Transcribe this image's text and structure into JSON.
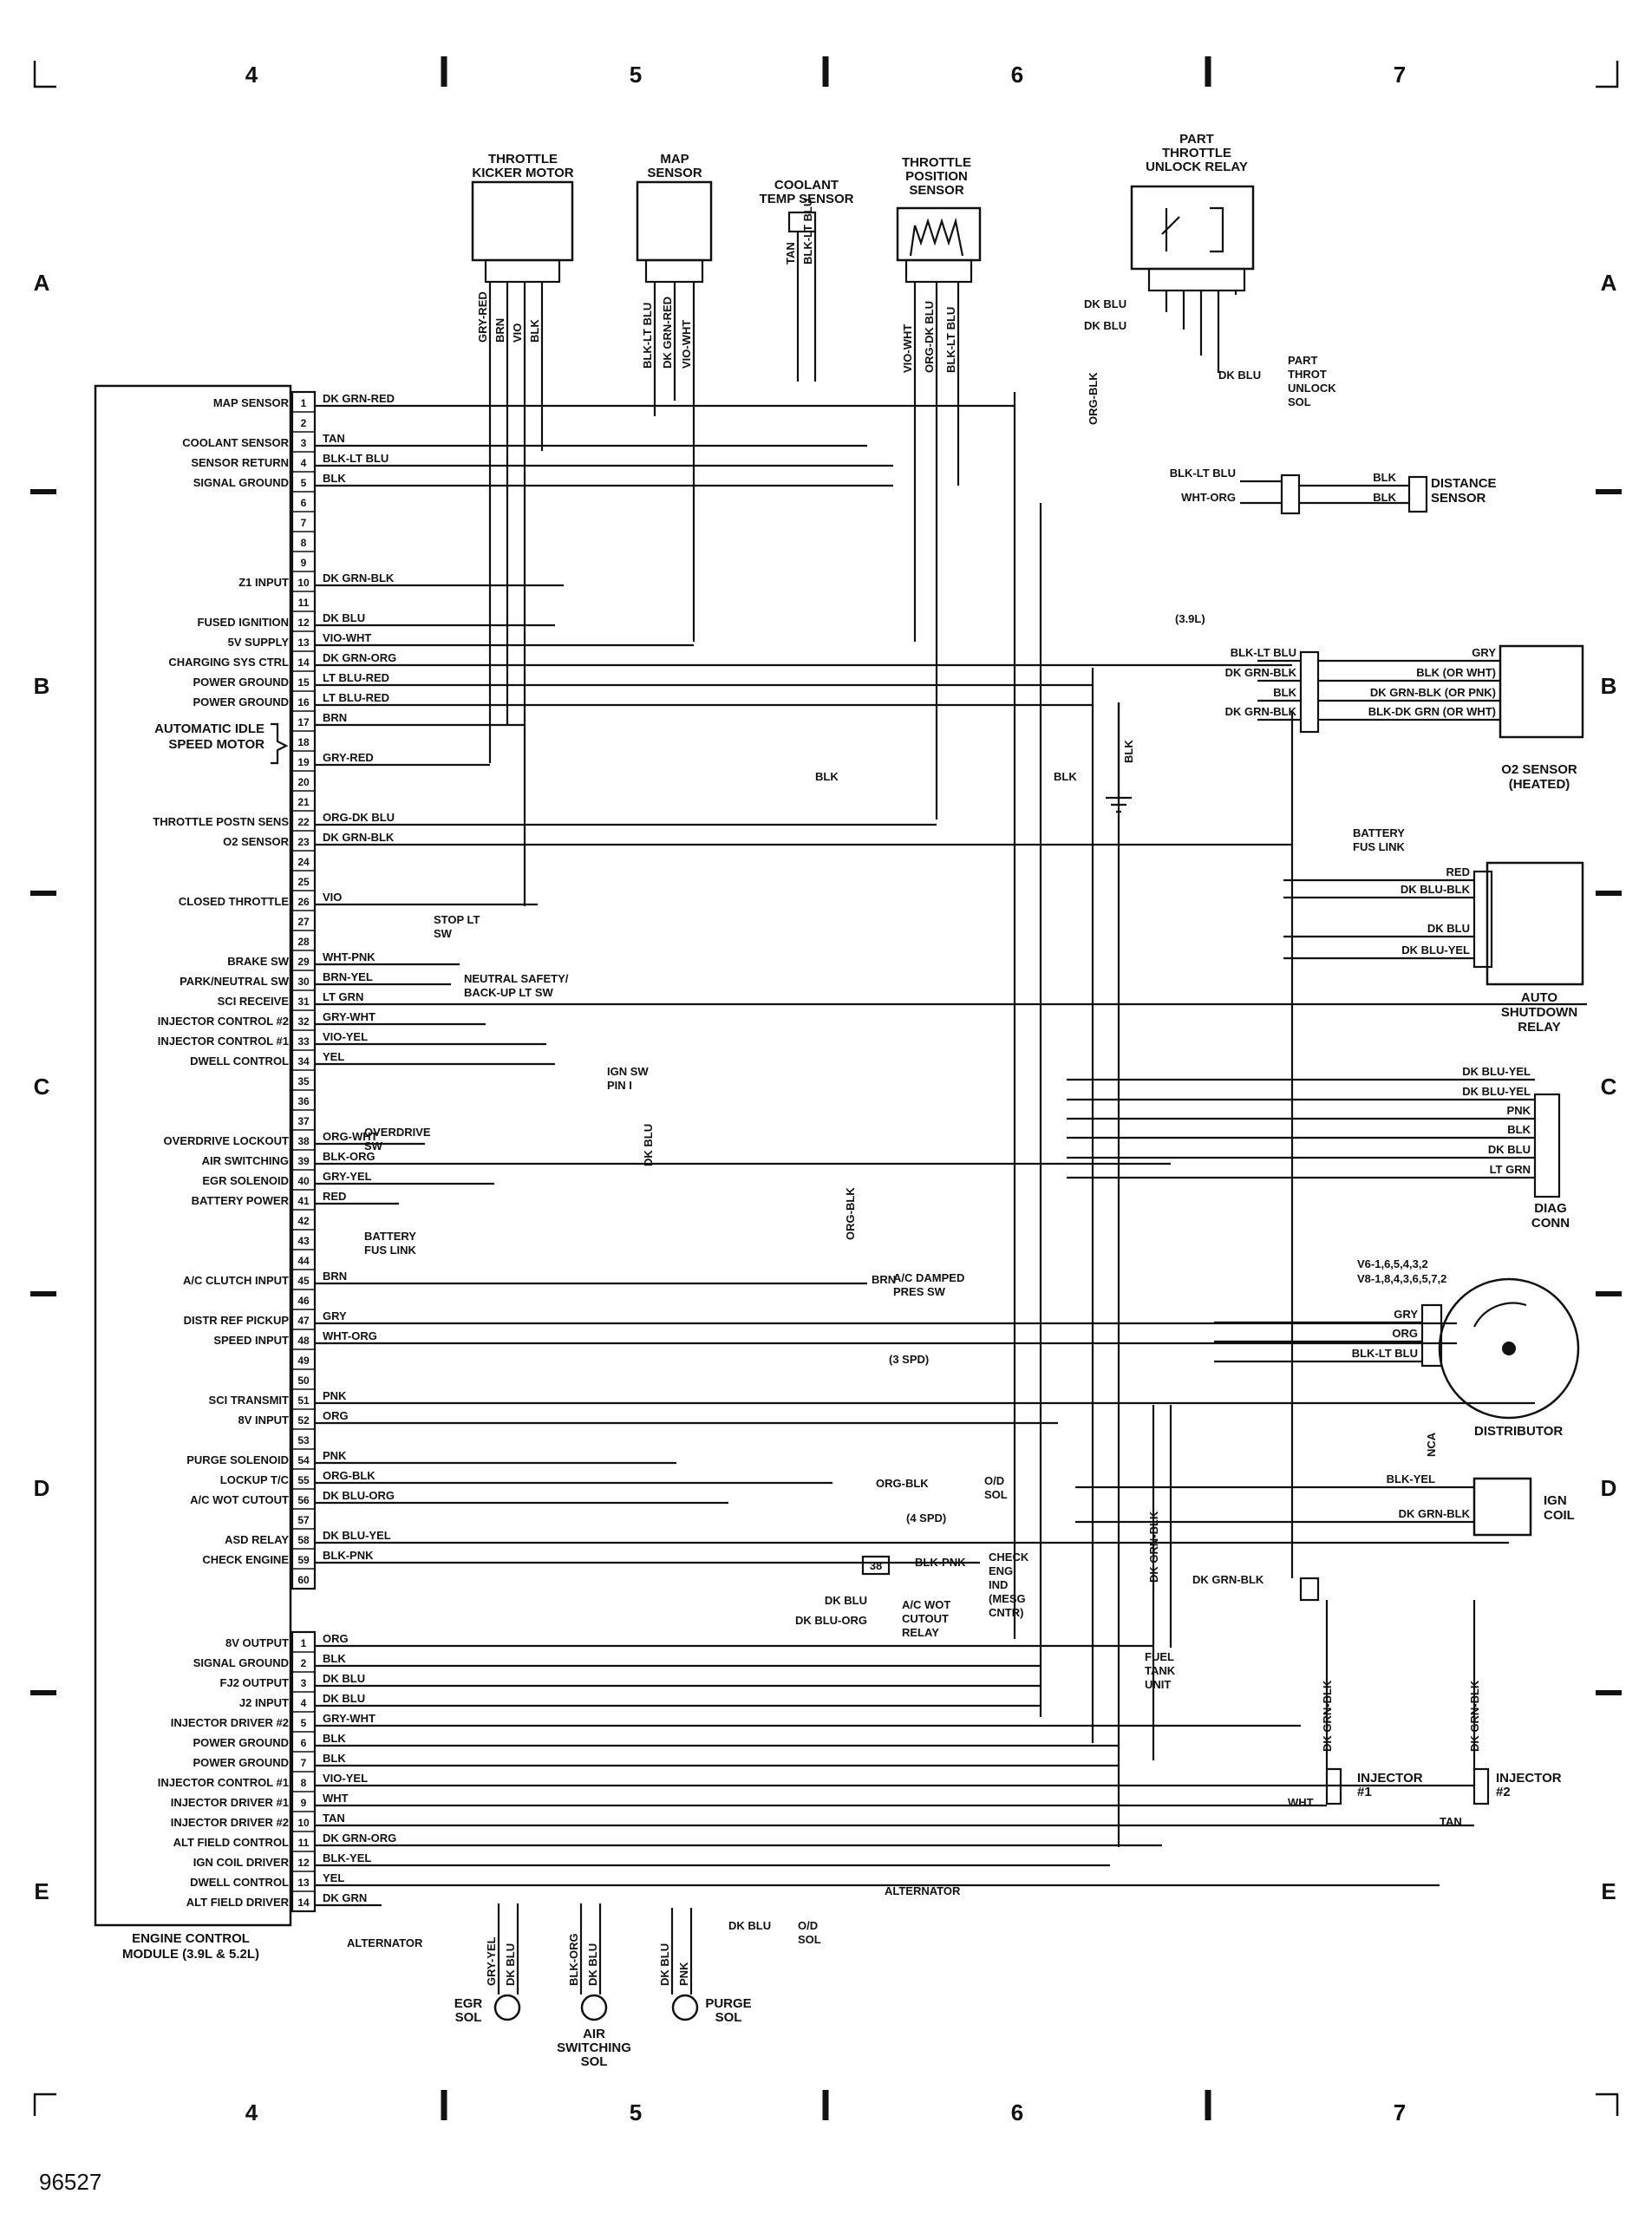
{
  "grid": {
    "columns": [
      "4",
      "5",
      "6",
      "7"
    ],
    "rows": [
      "A",
      "B",
      "C",
      "D",
      "E"
    ]
  },
  "figure_id": "96527",
  "ecm": {
    "title": "ENGINE CONTROL MODULE (3.9L & 5.2L)",
    "connector1": [
      {
        "pin": "1",
        "label": "MAP SENSOR",
        "wire": "DK GRN-RED"
      },
      {
        "pin": "2",
        "label": "",
        "wire": ""
      },
      {
        "pin": "3",
        "label": "COOLANT SENSOR",
        "wire": "TAN"
      },
      {
        "pin": "4",
        "label": "SENSOR RETURN",
        "wire": "BLK-LT BLU"
      },
      {
        "pin": "5",
        "label": "SIGNAL GROUND",
        "wire": "BLK"
      },
      {
        "pin": "6",
        "label": "",
        "wire": ""
      },
      {
        "pin": "7",
        "label": "",
        "wire": ""
      },
      {
        "pin": "8",
        "label": "",
        "wire": ""
      },
      {
        "pin": "9",
        "label": "",
        "wire": ""
      },
      {
        "pin": "10",
        "label": "Z1 INPUT",
        "wire": "DK GRN-BLK"
      },
      {
        "pin": "11",
        "label": "",
        "wire": ""
      },
      {
        "pin": "12",
        "label": "FUSED IGNITION",
        "wire": "DK BLU"
      },
      {
        "pin": "13",
        "label": "5V SUPPLY",
        "wire": "VIO-WHT"
      },
      {
        "pin": "14",
        "label": "CHARGING SYS CTRL",
        "wire": "DK GRN-ORG"
      },
      {
        "pin": "15",
        "label": "POWER GROUND",
        "wire": "LT BLU-RED"
      },
      {
        "pin": "16",
        "label": "POWER GROUND",
        "wire": "LT BLU-RED"
      },
      {
        "pin": "17",
        "label": "",
        "wire": "BRN"
      },
      {
        "pin": "18",
        "label": "",
        "wire": ""
      },
      {
        "pin": "19",
        "label": "",
        "wire": "GRY-RED"
      },
      {
        "pin": "20",
        "label": "",
        "wire": ""
      },
      {
        "pin": "21",
        "label": "",
        "wire": ""
      },
      {
        "pin": "22",
        "label": "THROTTLE POSTN SENS",
        "wire": "ORG-DK BLU"
      },
      {
        "pin": "23",
        "label": "O2 SENSOR",
        "wire": "DK GRN-BLK"
      },
      {
        "pin": "24",
        "label": "",
        "wire": ""
      },
      {
        "pin": "25",
        "label": "",
        "wire": ""
      },
      {
        "pin": "26",
        "label": "CLOSED THROTTLE",
        "wire": "VIO"
      },
      {
        "pin": "27",
        "label": "",
        "wire": ""
      },
      {
        "pin": "28",
        "label": "",
        "wire": ""
      },
      {
        "pin": "29",
        "label": "BRAKE SW",
        "wire": "WHT-PNK"
      },
      {
        "pin": "30",
        "label": "PARK/NEUTRAL SW",
        "wire": "BRN-YEL"
      },
      {
        "pin": "31",
        "label": "SCI RECEIVE",
        "wire": "LT GRN"
      },
      {
        "pin": "32",
        "label": "INJECTOR CONTROL #2",
        "wire": "GRY-WHT"
      },
      {
        "pin": "33",
        "label": "INJECTOR CONTROL #1",
        "wire": "VIO-YEL"
      },
      {
        "pin": "34",
        "label": "DWELL CONTROL",
        "wire": "YEL"
      },
      {
        "pin": "35",
        "label": "",
        "wire": ""
      },
      {
        "pin": "36",
        "label": "",
        "wire": ""
      },
      {
        "pin": "37",
        "label": "",
        "wire": ""
      },
      {
        "pin": "38",
        "label": "OVERDRIVE LOCKOUT",
        "wire": "ORG-WHT"
      },
      {
        "pin": "39",
        "label": "AIR SWITCHING",
        "wire": "BLK-ORG"
      },
      {
        "pin": "40",
        "label": "EGR SOLENOID",
        "wire": "GRY-YEL"
      },
      {
        "pin": "41",
        "label": "BATTERY POWER",
        "wire": "RED"
      },
      {
        "pin": "42",
        "label": "",
        "wire": ""
      },
      {
        "pin": "43",
        "label": "",
        "wire": ""
      },
      {
        "pin": "44",
        "label": "",
        "wire": ""
      },
      {
        "pin": "45",
        "label": "A/C CLUTCH INPUT",
        "wire": "BRN"
      },
      {
        "pin": "46",
        "label": "",
        "wire": ""
      },
      {
        "pin": "47",
        "label": "DISTR REF PICKUP",
        "wire": "GRY"
      },
      {
        "pin": "48",
        "label": "SPEED INPUT",
        "wire": "WHT-ORG"
      },
      {
        "pin": "49",
        "label": "",
        "wire": ""
      },
      {
        "pin": "50",
        "label": "",
        "wire": ""
      },
      {
        "pin": "51",
        "label": "SCI TRANSMIT",
        "wire": "PNK"
      },
      {
        "pin": "52",
        "label": "8V INPUT",
        "wire": "ORG"
      },
      {
        "pin": "53",
        "label": "",
        "wire": ""
      },
      {
        "pin": "54",
        "label": "PURGE SOLENOID",
        "wire": "PNK"
      },
      {
        "pin": "55",
        "label": "LOCKUP T/C",
        "wire": "ORG-BLK"
      },
      {
        "pin": "56",
        "label": "A/C WOT CUTOUT",
        "wire": "DK BLU-ORG"
      },
      {
        "pin": "57",
        "label": "",
        "wire": ""
      },
      {
        "pin": "58",
        "label": "ASD RELAY",
        "wire": "DK BLU-YEL"
      },
      {
        "pin": "59",
        "label": "CHECK ENGINE",
        "wire": "BLK-PNK"
      },
      {
        "pin": "60",
        "label": "",
        "wire": ""
      }
    ],
    "connector2": [
      {
        "pin": "1",
        "label": "8V OUTPUT",
        "wire": "ORG"
      },
      {
        "pin": "2",
        "label": "SIGNAL GROUND",
        "wire": "BLK"
      },
      {
        "pin": "3",
        "label": "FJ2 OUTPUT",
        "wire": "DK BLU"
      },
      {
        "pin": "4",
        "label": "J2 INPUT",
        "wire": "DK BLU"
      },
      {
        "pin": "5",
        "label": "INJECTOR DRIVER #2",
        "wire": "GRY-WHT"
      },
      {
        "pin": "6",
        "label": "POWER GROUND",
        "wire": "BLK"
      },
      {
        "pin": "7",
        "label": "POWER GROUND",
        "wire": "BLK"
      },
      {
        "pin": "8",
        "label": "INJECTOR CONTROL #1",
        "wire": "VIO-YEL"
      },
      {
        "pin": "9",
        "label": "INJECTOR DRIVER #1",
        "wire": "WHT"
      },
      {
        "pin": "10",
        "label": "INJECTOR DRIVER #2",
        "wire": "TAN"
      },
      {
        "pin": "11",
        "label": "ALT FIELD CONTROL",
        "wire": "DK GRN-ORG"
      },
      {
        "pin": "12",
        "label": "IGN COIL DRIVER",
        "wire": "BLK-YEL"
      },
      {
        "pin": "13",
        "label": "DWELL CONTROL",
        "wire": "YEL"
      },
      {
        "pin": "14",
        "label": "ALT FIELD DRIVER",
        "wire": "DK GRN"
      }
    ],
    "group_labels": {
      "idle": "AUTOMATIC IDLE SPEED MOTOR",
      "overdrive": "OVERDRIVE SW"
    }
  },
  "top_components": {
    "kicker": {
      "title": [
        "THROTTLE",
        "KICKER MOTOR"
      ],
      "wires": [
        "GRY-RED",
        "BRN",
        "VIO",
        "BLK"
      ]
    },
    "map": {
      "title": [
        "MAP",
        "SENSOR"
      ],
      "wires": [
        "BLK-LT BLU",
        "DK GRN-RED",
        "VIO-WHT"
      ]
    },
    "coolant": {
      "title": [
        "COOLANT",
        "TEMP SENSOR"
      ],
      "wires": [
        "TAN",
        "BLK-LT BLU"
      ]
    },
    "tps": {
      "title": [
        "THROTTLE",
        "POSITION",
        "SENSOR"
      ],
      "wires": [
        "VIO-WHT",
        "ORG-DK BLU",
        "BLK-LT BLU"
      ]
    },
    "relay": {
      "title": [
        "PART",
        "THROTTLE",
        "UNLOCK RELAY"
      ],
      "wires": [
        "DK BLU",
        "DK BLU",
        "DK BLU"
      ],
      "sol": [
        "PART",
        "THROT",
        "UNLOCK",
        "SOL"
      ],
      "org_blk": "ORG-BLK"
    }
  },
  "right_components": {
    "distance": {
      "title": [
        "DISTANCE",
        "SENSOR"
      ],
      "wires_left": [
        "BLK-LT BLU",
        "WHT-ORG"
      ],
      "wires_right": [
        "BLK",
        "BLK"
      ]
    },
    "o2": {
      "title": [
        "O2 SENSOR",
        "(HEATED)"
      ],
      "note": "(3.9L)",
      "left": [
        "BLK-LT BLU",
        "DK GRN-BLK",
        "BLK",
        "DK GRN-BLK"
      ],
      "right": [
        "GRY",
        "BLK (OR WHT)",
        "DK GRN-BLK (OR PNK)",
        "BLK-DK GRN (OR WHT)"
      ],
      "blk": "BLK"
    },
    "asd": {
      "title": [
        "AUTO",
        "SHUTDOWN",
        "RELAY"
      ],
      "batt": [
        "BATTERY",
        "FUS LINK"
      ],
      "wires": [
        "RED",
        "DK BLU-BLK",
        "DK BLU",
        "DK BLU-YEL"
      ]
    },
    "diag": {
      "title": [
        "DIAG",
        "CONN"
      ],
      "wires": [
        "DK BLU-YEL",
        "DK BLU-YEL",
        "PNK",
        "BLK",
        "DK BLU",
        "LT GRN"
      ]
    },
    "dist": {
      "title": "DISTRIBUTOR",
      "firing": [
        "V6-1,6,5,4,3,2",
        "V8-1,8,4,3,6,5,7,2"
      ],
      "wires": [
        "GRY",
        "ORG",
        "BLK-LT BLU"
      ],
      "nca": "NCA"
    },
    "coil": {
      "title": [
        "IGN",
        "COIL"
      ],
      "wires": [
        "BLK-YEL",
        "DK GRN-BLK"
      ]
    }
  },
  "mid_labels": {
    "stop_lt": [
      "STOP LT",
      "SW"
    ],
    "neutral": [
      "NEUTRAL SAFETY/",
      "BACK-UP LT SW"
    ],
    "ign_sw": [
      "IGN SW",
      "PIN I"
    ],
    "dk_blu": "DK BLU",
    "org_blk": "ORG-BLK",
    "batt_fus": [
      "BATTERY",
      "FUS LINK"
    ],
    "ac_damped": [
      "A/C DAMPED",
      "PRES SW"
    ],
    "brn": "BRN",
    "three_spd": "(3 SPD)",
    "four_spd": "(4 SPD)",
    "od_sol": [
      "O/D",
      "SOL"
    ],
    "check_eng": [
      "CHECK",
      "ENG",
      "IND",
      "(MESG",
      "CNTR)"
    ],
    "blk_pnk": "BLK-PNK",
    "conn38": "38",
    "ac_wot": [
      "A/C WOT",
      "CUTOUT",
      "RELAY"
    ],
    "ac_wot_wires": [
      "DK BLU",
      "DK BLU-ORG"
    ],
    "blk": "BLK",
    "fuel_tank": [
      "FUEL",
      "TANK",
      "UNIT"
    ],
    "dk_grn_blk": "DK GRN-BLK",
    "alternator": "ALTERNATOR",
    "alt_left": "ALTERNATOR",
    "od_sol2": [
      "O/D",
      "SOL"
    ]
  },
  "bottom": {
    "egr": {
      "title": [
        "EGR",
        "SOL"
      ],
      "wires": [
        "GRY-YEL",
        "DK BLU"
      ]
    },
    "air": {
      "title": [
        "AIR",
        "SWITCHING",
        "SOL"
      ],
      "wires": [
        "BLK-ORG",
        "DK BLU"
      ]
    },
    "purge": {
      "title": [
        "PURGE",
        "SOL"
      ],
      "wires": [
        "DK BLU",
        "PNK"
      ]
    },
    "inj1": {
      "title": [
        "INJECTOR",
        "#1"
      ],
      "wires": [
        "DK GRN-BLK",
        "WHT"
      ]
    },
    "inj2": {
      "title": [
        "INJECTOR",
        "#2"
      ],
      "wires": [
        "DK GRN-BLK",
        "TAN"
      ]
    }
  }
}
